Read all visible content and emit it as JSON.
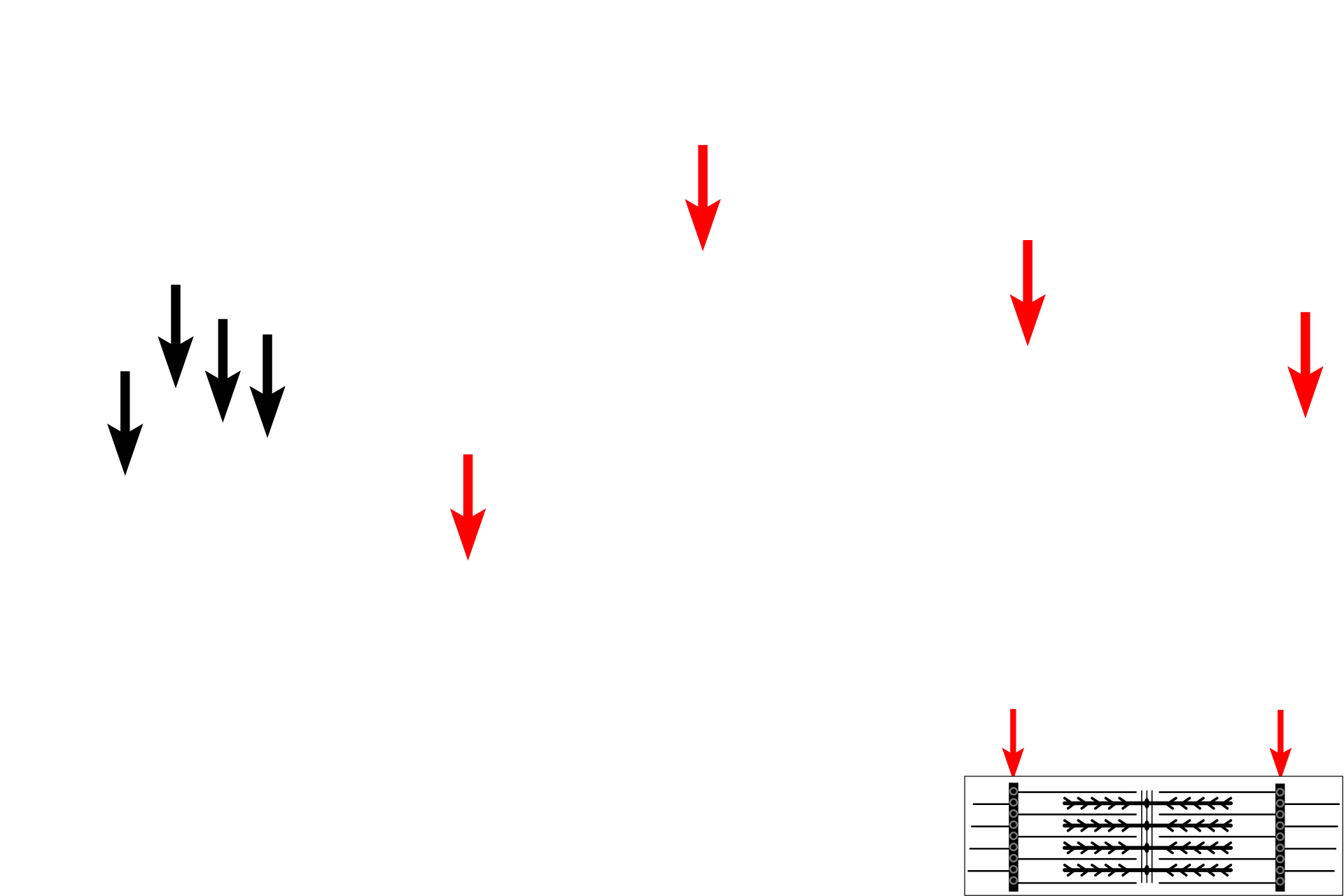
{
  "colors": {
    "background": "#ffffff",
    "pointer_black": "#000000",
    "pointer_red": "#ff0000",
    "filament": "#000000",
    "z_disc_bead": "#777777"
  },
  "inset": {
    "type": "sarcomere-schematic",
    "z_discs": 2,
    "thick_filaments": 4,
    "thin_filaments_per_half": 5
  }
}
